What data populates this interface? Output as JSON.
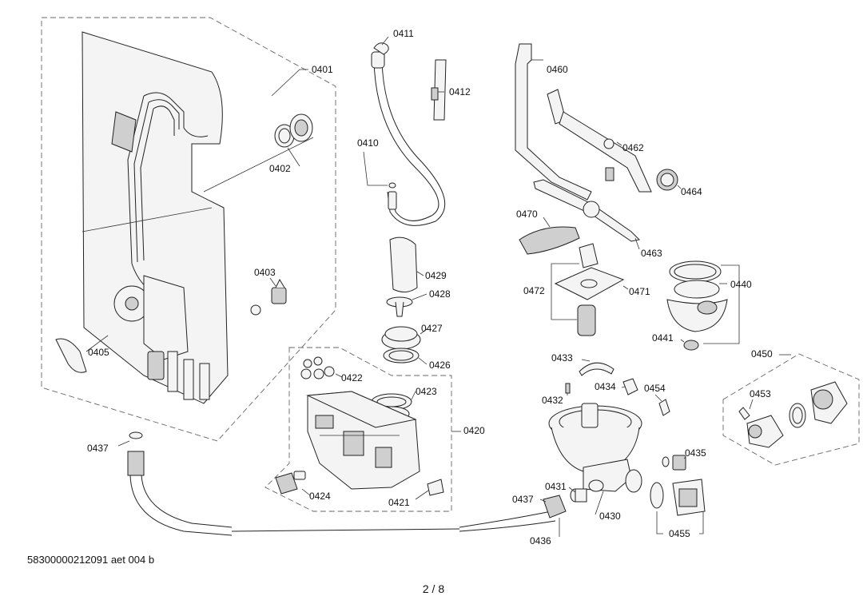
{
  "labels": {
    "p0401": "0401",
    "p0402": "0402",
    "p0403": "0403",
    "p0405": "0405",
    "p0410": "0410",
    "p0411": "0411",
    "p0412": "0412",
    "p0420": "0420",
    "p0421": "0421",
    "p0422": "0422",
    "p0423": "0423",
    "p0424": "0424",
    "p0426": "0426",
    "p0427": "0427",
    "p0428": "0428",
    "p0429": "0429",
    "p0430": "0430",
    "p0431": "0431",
    "p0432": "0432",
    "p0433": "0433",
    "p0434": "0434",
    "p0435": "0435",
    "p0436": "0436",
    "p0437a": "0437",
    "p0437b": "0437",
    "p0440": "0440",
    "p0441": "0441",
    "p0450": "0450",
    "p0453": "0453",
    "p0454": "0454",
    "p0455": "0455",
    "p0460": "0460",
    "p0462": "0462",
    "p0463": "0463",
    "p0464": "0464",
    "p0470": "0470",
    "p0471": "0471",
    "p0472": "0472"
  },
  "footer": {
    "doc_code": "58300000212091 aet 004 b",
    "page": "2 / 8"
  }
}
